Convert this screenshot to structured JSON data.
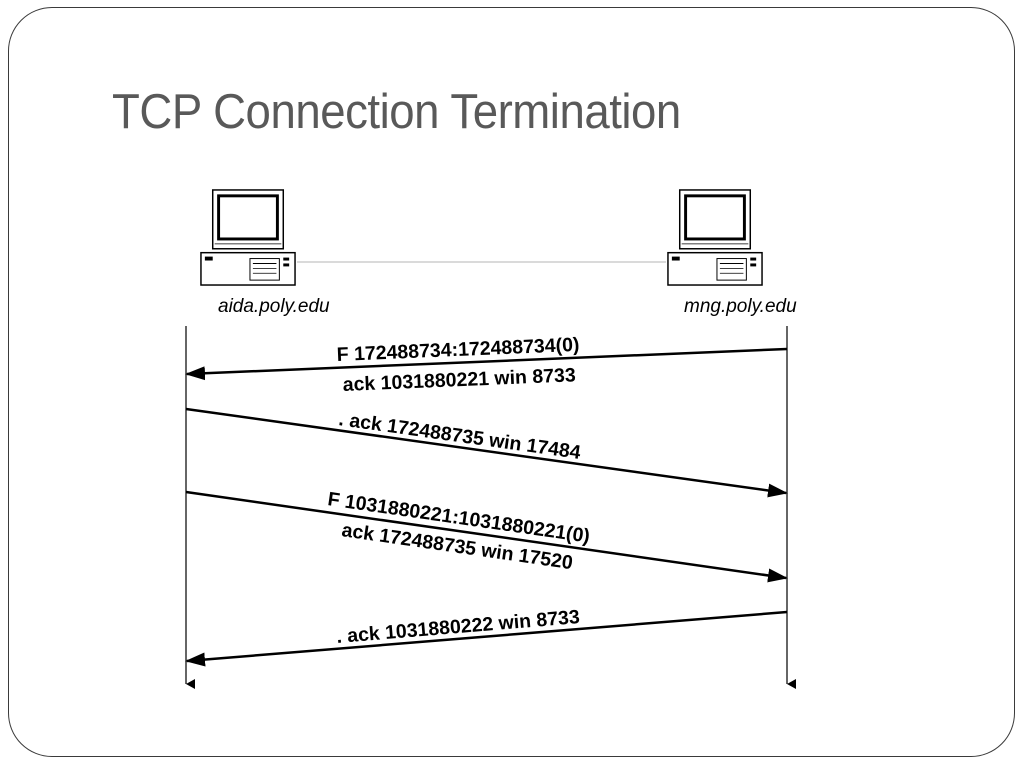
{
  "slide": {
    "title": "TCP Connection Termination"
  },
  "hosts": {
    "left": {
      "name": "aida.poly.edu",
      "icon": "desktop-computer-icon"
    },
    "right": {
      "name": "mng.poly.edu",
      "icon": "desktop-computer-icon"
    }
  },
  "messages": [
    {
      "line1": "F 172488734:172488734(0)",
      "line2": "ack 1031880221 win 8733",
      "direction": "right-to-left"
    },
    {
      "line1": ". ack 172488735 win 17484",
      "line2": "",
      "direction": "left-to-right"
    },
    {
      "line1": "F 1031880221:1031880221(0)",
      "line2": "ack 172488735 win 17520",
      "direction": "left-to-right"
    },
    {
      "line1": ". ack 1031880222 win 8733",
      "line2": "",
      "direction": "right-to-left"
    }
  ],
  "colors": {
    "title": "#595959",
    "border": "#3a3a3a",
    "lines": "#000000"
  }
}
